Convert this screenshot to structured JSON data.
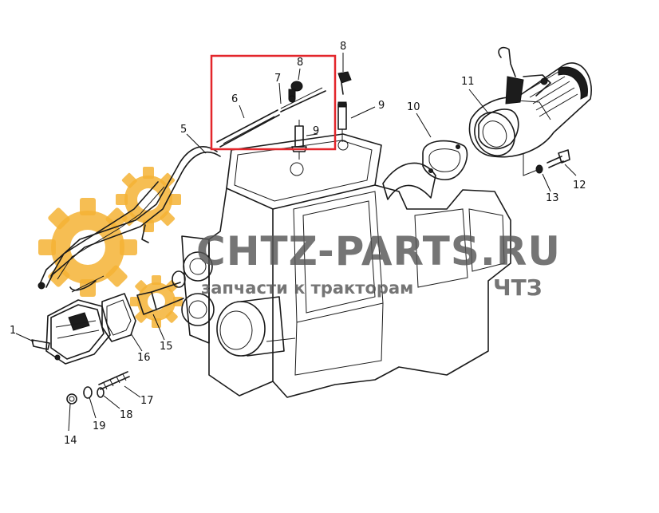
{
  "part_labels": {
    "p1": "1",
    "p5": "5",
    "p6": "6",
    "p7": "7",
    "p8a": "8",
    "p8b": "8",
    "p9a": "9",
    "p9b": "9",
    "p10": "10",
    "p11": "11",
    "p12": "12",
    "p13": "13",
    "p14": "14",
    "p15": "15",
    "p16": "16",
    "p17": "17",
    "p18": "18",
    "p19": "19"
  },
  "watermark": {
    "site": "CHTZ-PARTS.RU",
    "tagline": "запчасти к тракторам",
    "brand": "ЧТЗ"
  },
  "colors": {
    "highlight": "#e3262b",
    "gear_logo": "#f5b335",
    "watermark_text": "#575757",
    "line_art": "#1a1a1a"
  }
}
